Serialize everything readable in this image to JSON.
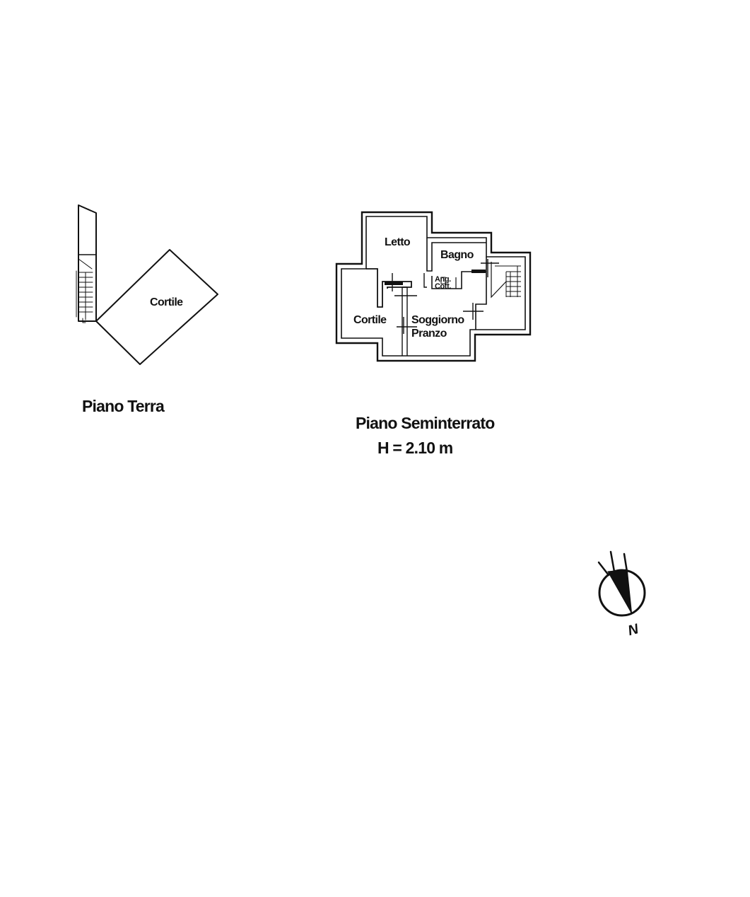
{
  "ground_floor": {
    "caption": "Piano Terra",
    "rooms": {
      "courtyard": "Cortile"
    }
  },
  "basement_floor": {
    "caption": "Piano Seminterrato",
    "height_note": "H = 2.10 m",
    "rooms": {
      "bedroom": "Letto",
      "bathroom": "Bagno",
      "closet_line1": "Ang.",
      "closet_line2": "Cott.",
      "courtyard": "Cortile",
      "living_line1": "Soggiorno",
      "living_line2": "Pranzo"
    }
  },
  "compass": {
    "north_label": "N"
  }
}
